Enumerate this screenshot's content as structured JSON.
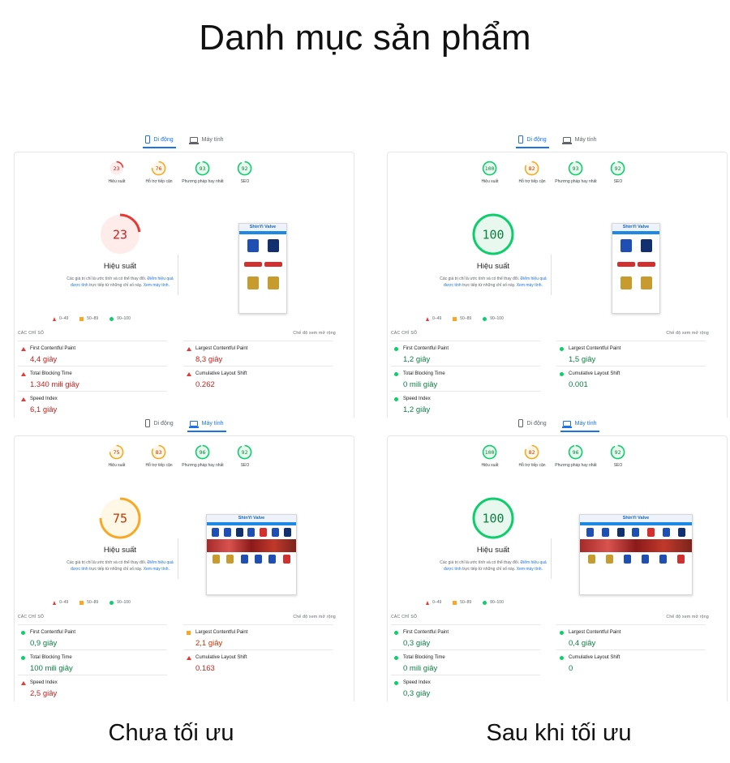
{
  "title": "Danh mục sản phẩm",
  "captions": {
    "left": "Chưa tối ưu",
    "right": "Sau khi tối ưu"
  },
  "colors": {
    "fail": "#e53935",
    "average": "#f9a825",
    "pass": "#0cce6b",
    "link": "#1a73e8"
  },
  "icons": {
    "mobile": "phone-icon",
    "desktop": "laptop-icon",
    "fail": "triangle-icon",
    "average": "square-icon",
    "pass": "circle-icon"
  },
  "common": {
    "tab_mobile": "Di động",
    "tab_desktop": "Máy tính",
    "cat_performance": "Hiệu suất",
    "cat_accessibility": "Hỗ trợ tiếp cận",
    "cat_best_practices": "Phương pháp hay nhất",
    "cat_seo": "SEO",
    "big_label": "Hiệu suất",
    "desc_part1": "Các giá trị chỉ là ước tính và có thể thay đổi.",
    "desc_link1": "Điểm hiệu quả được tính",
    "desc_part2": "trực tiếp từ những chỉ số này.",
    "desc_link2": "Xem máy tính.",
    "legend_fail": "0–49",
    "legend_avg": "50–89",
    "legend_pass": "90–100",
    "metrics_header": "CÁC CHỈ SỐ",
    "expand_view": "Chế độ xem mở rộng",
    "m_fcp": "First Contentful Paint",
    "m_lcp": "Largest Contentful Paint",
    "m_tbt": "Total Blocking Time",
    "m_cls": "Cumulative Layout Shift",
    "m_si": "Speed Index",
    "thumb_brand": "ShinYi Valve"
  },
  "panels": [
    {
      "active_tab": "mobile",
      "scores": {
        "performance": 23,
        "accessibility": 76,
        "best_practices": 93,
        "seo": 92
      },
      "metrics": {
        "fcp": {
          "value": "4,4 giây",
          "rating": "fail"
        },
        "lcp": {
          "value": "8,3 giây",
          "rating": "fail"
        },
        "tbt": {
          "value": "1.340 mili giây",
          "rating": "fail"
        },
        "cls": {
          "value": "0.262",
          "rating": "fail"
        },
        "si": {
          "value": "6,1 giây",
          "rating": "fail"
        }
      }
    },
    {
      "active_tab": "mobile",
      "scores": {
        "performance": 100,
        "accessibility": 82,
        "best_practices": 93,
        "seo": 92
      },
      "metrics": {
        "fcp": {
          "value": "1,2 giây",
          "rating": "pass"
        },
        "lcp": {
          "value": "1,5 giây",
          "rating": "pass"
        },
        "tbt": {
          "value": "0 mili giây",
          "rating": "pass"
        },
        "cls": {
          "value": "0.001",
          "rating": "pass"
        },
        "si": {
          "value": "1,2 giây",
          "rating": "pass"
        }
      }
    },
    {
      "active_tab": "desktop",
      "scores": {
        "performance": 75,
        "accessibility": 83,
        "best_practices": 96,
        "seo": 92
      },
      "metrics": {
        "fcp": {
          "value": "0,9 giây",
          "rating": "pass"
        },
        "lcp": {
          "value": "2,1 giây",
          "rating": "avg"
        },
        "tbt": {
          "value": "100 mili giây",
          "rating": "pass"
        },
        "cls": {
          "value": "0.163",
          "rating": "fail"
        },
        "si": {
          "value": "2,5 giây",
          "rating": "fail"
        }
      }
    },
    {
      "active_tab": "desktop",
      "scores": {
        "performance": 100,
        "accessibility": 82,
        "best_practices": 96,
        "seo": 92
      },
      "metrics": {
        "fcp": {
          "value": "0,3 giây",
          "rating": "pass"
        },
        "lcp": {
          "value": "0,4 giây",
          "rating": "pass"
        },
        "tbt": {
          "value": "0 mili giây",
          "rating": "pass"
        },
        "cls": {
          "value": "0",
          "rating": "pass"
        },
        "si": {
          "value": "0,3 giây",
          "rating": "pass"
        }
      }
    }
  ]
}
